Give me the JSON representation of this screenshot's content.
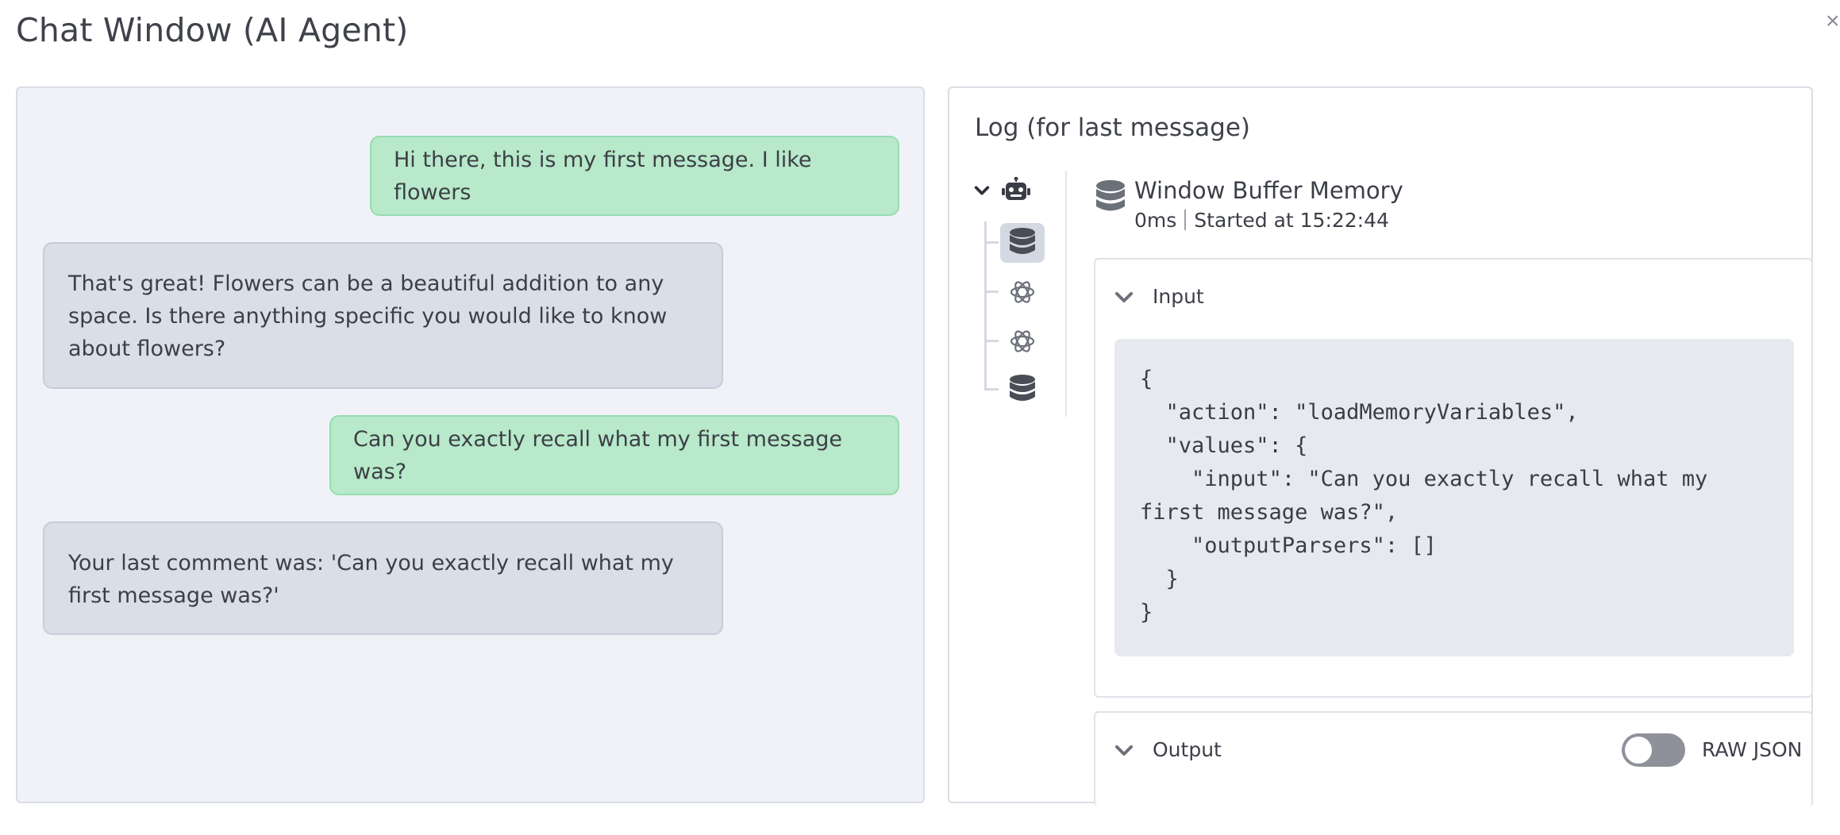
{
  "window": {
    "title": "Chat Window (AI Agent)",
    "close_label": "×"
  },
  "chat": {
    "messages": [
      {
        "role": "user",
        "text": "Hi there, this is my first message. I like flowers"
      },
      {
        "role": "bot",
        "text": "That's great! Flowers can be a beautiful addition to any space. Is there anything specific you would like to know about flowers?"
      },
      {
        "role": "user",
        "text": "Can you exactly recall what my first message was?"
      },
      {
        "role": "bot",
        "text": "Your last comment was: 'Can you exactly recall what my first message was?'"
      }
    ]
  },
  "log": {
    "title": "Log (for last message)",
    "tree": {
      "root_icon": "robot-icon",
      "children": [
        {
          "icon": "database-icon",
          "selected": true
        },
        {
          "icon": "openai-icon",
          "selected": false
        },
        {
          "icon": "openai-icon",
          "selected": false
        },
        {
          "icon": "database-icon",
          "selected": false
        }
      ]
    },
    "node": {
      "icon": "database-icon",
      "name": "Window Buffer Memory",
      "duration": "0ms",
      "started": "Started at 15:22:44"
    },
    "input": {
      "label": "Input",
      "code": "{\n  \"action\": \"loadMemoryVariables\",\n  \"values\": {\n    \"input\": \"Can you exactly recall what my first message was?\",\n    \"outputParsers\": []\n  }\n}"
    },
    "output": {
      "label": "Output",
      "toggle_label": "RAW JSON",
      "toggle_on": false
    }
  },
  "colors": {
    "user_bubble": "#b8e9ca",
    "bot_bubble": "#dadee7",
    "chat_bg": "#f0f2f7",
    "code_bg": "#e6e9ef"
  }
}
